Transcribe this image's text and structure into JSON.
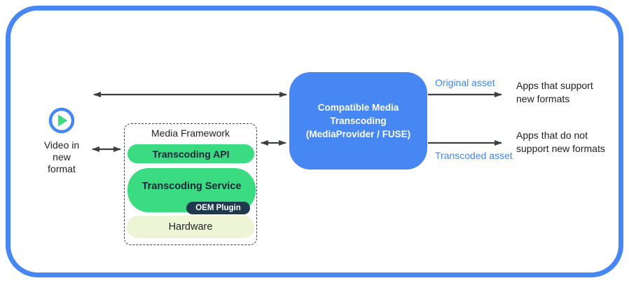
{
  "colors": {
    "frame_blue": "#4687f4",
    "box_blue": "#4687f4",
    "green": "#3bdb82",
    "oem_navy": "#1e384c",
    "hardware_cream": "#edf5d6",
    "arrow_gray": "#3c4043",
    "asset_label_blue": "#4285f4",
    "text_dark": "#202124"
  },
  "source": {
    "icon": "play-icon",
    "label": "Video in\nnew\nformat"
  },
  "media_framework": {
    "title": "Media Framework",
    "api": "Transcoding API",
    "service": "Transcoding Service",
    "oem": "OEM Plugin",
    "hardware": "Hardware"
  },
  "transcoder": {
    "label": "Compatible Media\nTranscoding\n(MediaProvider / FUSE)"
  },
  "outputs": {
    "original": {
      "asset_label": "Original asset",
      "target": "Apps that support\nnew formats"
    },
    "transcoded": {
      "asset_label": "Transcoded asset",
      "target": "Apps that do not\nsupport new formats"
    }
  }
}
